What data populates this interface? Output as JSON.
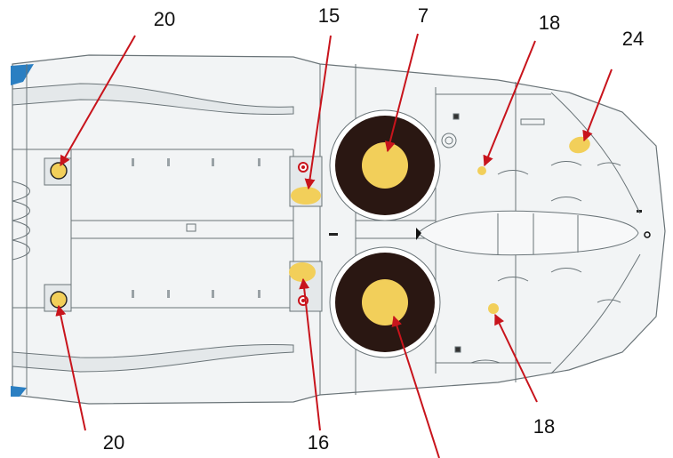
{
  "colors": {
    "paint_yellow": "#f2cf5a",
    "roundel_dark": "#2a1712",
    "leader_red": "#c8141c",
    "panel_line": "#6a7478",
    "fuselage_fill": "#f2f4f5",
    "blue_edge": "#2b7fc2"
  },
  "callouts": {
    "c20_top": "20",
    "c15": "15",
    "c7": "7",
    "c18_top": "18",
    "c24": "24",
    "c20_bottom": "20",
    "c16": "16",
    "c18_bottom": "18"
  },
  "faded_text": {
    "left_top": "",
    "left_bottom": "",
    "mid_top": "",
    "mid_bottom": "",
    "right_top": "",
    "right_bottom": ""
  }
}
